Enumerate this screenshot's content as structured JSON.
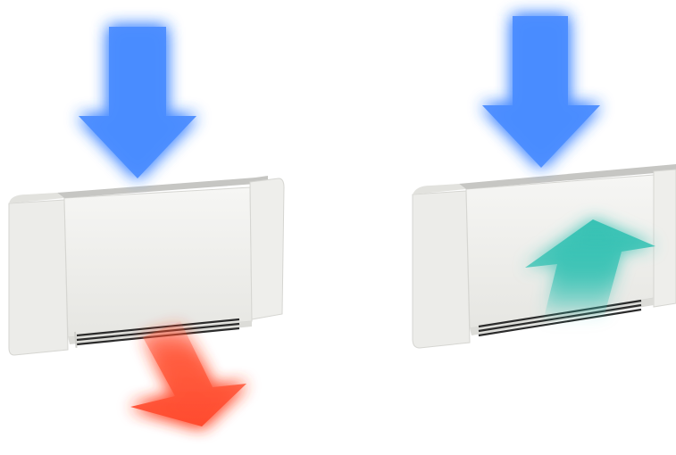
{
  "scene": {
    "units": [
      {
        "name": "fan-coil-unit-heating",
        "arrows": [
          {
            "name": "intake-arrow-cold-air",
            "color": "#4a8cff",
            "direction": "down"
          },
          {
            "name": "outflow-arrow-warm-air",
            "color": "#ff4a2e",
            "direction": "down-right"
          }
        ]
      },
      {
        "name": "fan-coil-unit-cooling",
        "arrows": [
          {
            "name": "intake-arrow-air",
            "color": "#4a8cff",
            "direction": "down"
          },
          {
            "name": "outflow-arrow-cool-air",
            "color": "#37c2b4",
            "direction": "up-right"
          }
        ]
      }
    ],
    "colors": {
      "casing": "#efefec",
      "casing_shadow": "#d6d6d2",
      "grille": "#2b2b2b",
      "top_grille": "#b9b9b6"
    }
  }
}
